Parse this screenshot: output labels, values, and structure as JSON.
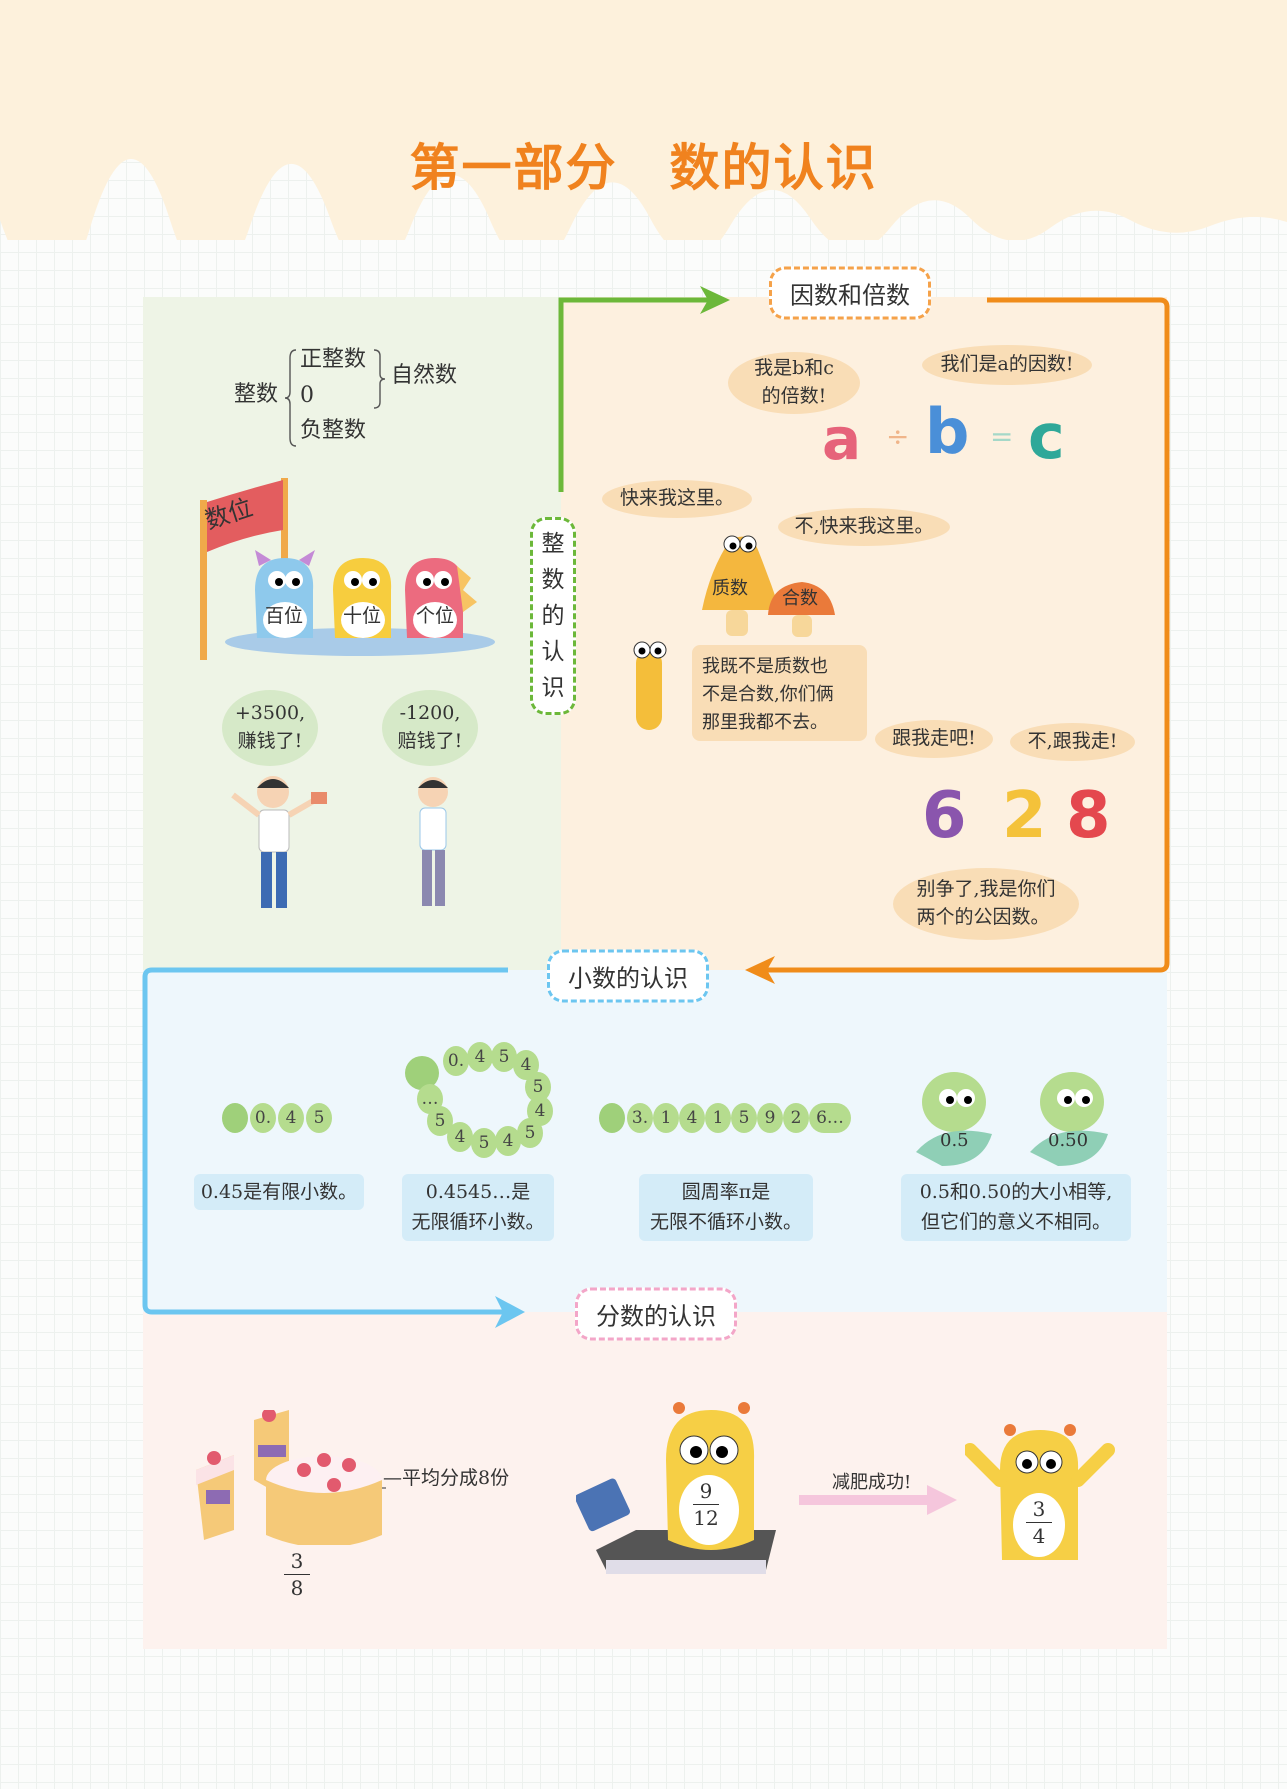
{
  "title": "第一部分　数的认识",
  "integers": {
    "label_chars": [
      "整",
      "数",
      "的",
      "认",
      "识"
    ],
    "tree": {
      "root": "整数",
      "items": [
        "正整数",
        "0",
        "负整数"
      ],
      "natural": "自然数"
    },
    "flag": "数位",
    "places": [
      "百位",
      "十位",
      "个位"
    ],
    "gain": {
      "l1": "+3500,",
      "l2": "赚钱了!"
    },
    "loss": {
      "l1": "-1200,",
      "l2": "赔钱了!"
    }
  },
  "factors": {
    "label": "因数和倍数",
    "multiple_bubble": {
      "l1": "我是b和c",
      "l2": "的倍数!"
    },
    "factor_bubble": "我们是a的因数!",
    "equation": {
      "a": "a",
      "div": "÷",
      "b": "b",
      "eq": "=",
      "c": "c"
    },
    "come1": "快来我这里。",
    "come2": "不,快来我这里。",
    "prime": "质数",
    "composite": "合数",
    "one": "1",
    "one_box": [
      "我既不是质数也",
      "不是合数,你们俩",
      "那里我都不去。"
    ],
    "follow1": "跟我走吧!",
    "follow2": "不,跟我走!",
    "digits": [
      "6",
      "2",
      "8"
    ],
    "common": {
      "l1": "别争了,我是你们",
      "l2": "两个的公因数。"
    }
  },
  "decimals": {
    "label": "小数的认识",
    "cat1": [
      "0.",
      "4",
      "5"
    ],
    "ring": [
      "0.",
      "4",
      "5",
      "4",
      "5",
      "4",
      "5",
      "4",
      "5",
      "4",
      "5",
      "…"
    ],
    "long": [
      "3.",
      "1",
      "4",
      "1",
      "5",
      "9",
      "2",
      "6…"
    ],
    "leaves": [
      "0.5",
      "0.50"
    ],
    "cards": [
      [
        "0.45是有限小数。"
      ],
      [
        "0.4545…是",
        "无限循环小数。"
      ],
      [
        "圆周率π是",
        "无限不循环小数。"
      ],
      [
        "0.5和0.50的大小相等,",
        "但它们的意义不相同。"
      ]
    ]
  },
  "fractions": {
    "label": "分数的认识",
    "cake_caption": "平均分成8份",
    "cake_fraction": {
      "num": "3",
      "den": "8"
    },
    "scale_fraction": {
      "num": "9",
      "den": "12"
    },
    "arrow_label": "减肥成功!",
    "result_fraction": {
      "num": "3",
      "den": "4"
    }
  },
  "colors": {
    "title": "#f0821e",
    "green": "#6cb83a",
    "orange": "#f08c1a",
    "blue": "#6cc6f0",
    "pink": "#f3a6c8"
  }
}
